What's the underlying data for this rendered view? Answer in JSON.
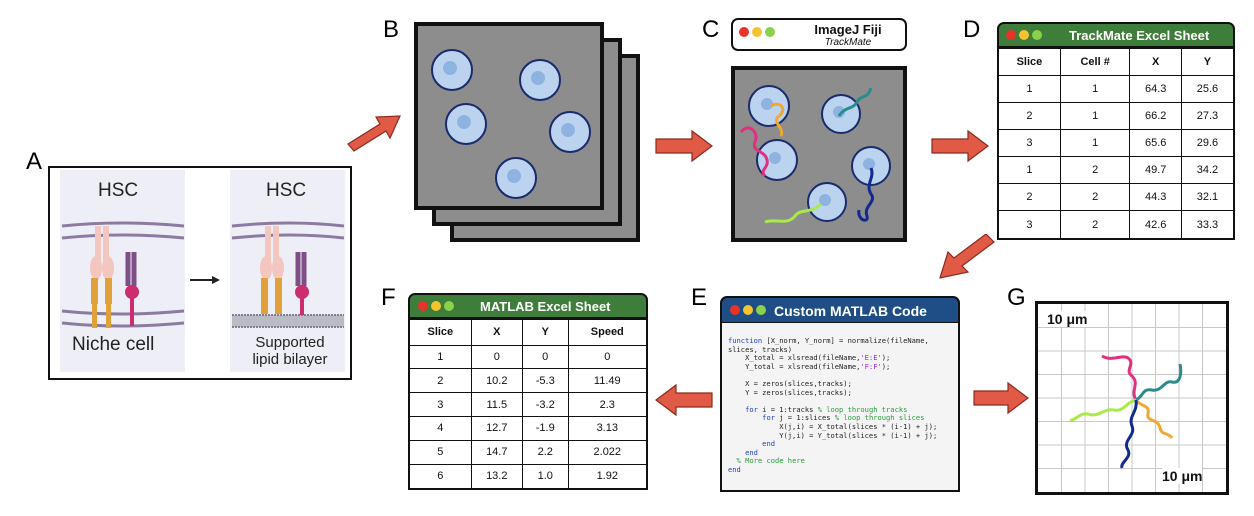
{
  "panels": {
    "a": {
      "letter": "A",
      "hsc_left": "HSC",
      "hsc_right": "HSC",
      "niche_label": "Niche cell",
      "lipid_label_line1": "Supported",
      "lipid_label_line2": "lipid bilayer"
    },
    "b": {
      "letter": "B"
    },
    "c": {
      "letter": "C",
      "window_title": "ImageJ Fiji",
      "window_subtitle": "TrackMate"
    },
    "d": {
      "letter": "D",
      "window_title": "TrackMate Excel Sheet",
      "headers": [
        "Slice",
        "Cell #",
        "X",
        "Y"
      ],
      "rows": [
        [
          "1",
          "1",
          "64.3",
          "25.6"
        ],
        [
          "2",
          "1",
          "66.2",
          "27.3"
        ],
        [
          "3",
          "1",
          "65.6",
          "29.6"
        ],
        [
          "1",
          "2",
          "49.7",
          "34.2"
        ],
        [
          "2",
          "2",
          "44.3",
          "32.1"
        ],
        [
          "3",
          "2",
          "42.6",
          "33.3"
        ]
      ]
    },
    "e": {
      "letter": "E",
      "window_title": "Custom MATLAB Code",
      "code": [
        "function [X_norm, Y_norm] = normalize(fileName,",
        "slices, tracks)",
        "    X_total = xlsread(fileName,'E:E');",
        "    Y_total = xlsread(fileName,'F:F');",
        "",
        "    X = zeros(slices,tracks);",
        "    Y = zeros(slices,tracks);",
        "",
        "    for i = 1:tracks % loop through tracks",
        "        for j = 1:slices % loop through slices",
        "            X(j,i) = X_total(slices * (i-1) + j);",
        "            Y(j,i) = Y_total(slices * (i-1) + j);",
        "        end",
        "    end",
        "  % More code here",
        "end"
      ]
    },
    "f": {
      "letter": "F",
      "window_title": "MATLAB Excel Sheet",
      "headers": [
        "Slice",
        "X",
        "Y",
        "Speed"
      ],
      "rows": [
        [
          "1",
          "0",
          "0",
          "0"
        ],
        [
          "2",
          "10.2",
          "-5.3",
          "11.49"
        ],
        [
          "3",
          "11.5",
          "-3.2",
          "2.3"
        ],
        [
          "4",
          "12.7",
          "-1.9",
          "3.13"
        ],
        [
          "5",
          "14.7",
          "2.2",
          "2.022"
        ],
        [
          "6",
          "13.2",
          "1.0",
          "1.92"
        ]
      ]
    },
    "g": {
      "letter": "G",
      "scale_top": "10 μm",
      "scale_bottom": "10 μm"
    }
  },
  "colors": {
    "excel_green": "#3f7d3a",
    "matlab_blue": "#1f4e86",
    "arrow_red": "#e05a45",
    "slide_gray": "#8d8d8d",
    "cell_blue": "#bcd3ef",
    "nucleus_blue": "#8fb3e0",
    "track_pink": "#e0307f",
    "track_orange": "#f0a830",
    "track_teal": "#2a8c8c",
    "track_navy": "#102a90",
    "track_lime": "#a8ea4a"
  }
}
